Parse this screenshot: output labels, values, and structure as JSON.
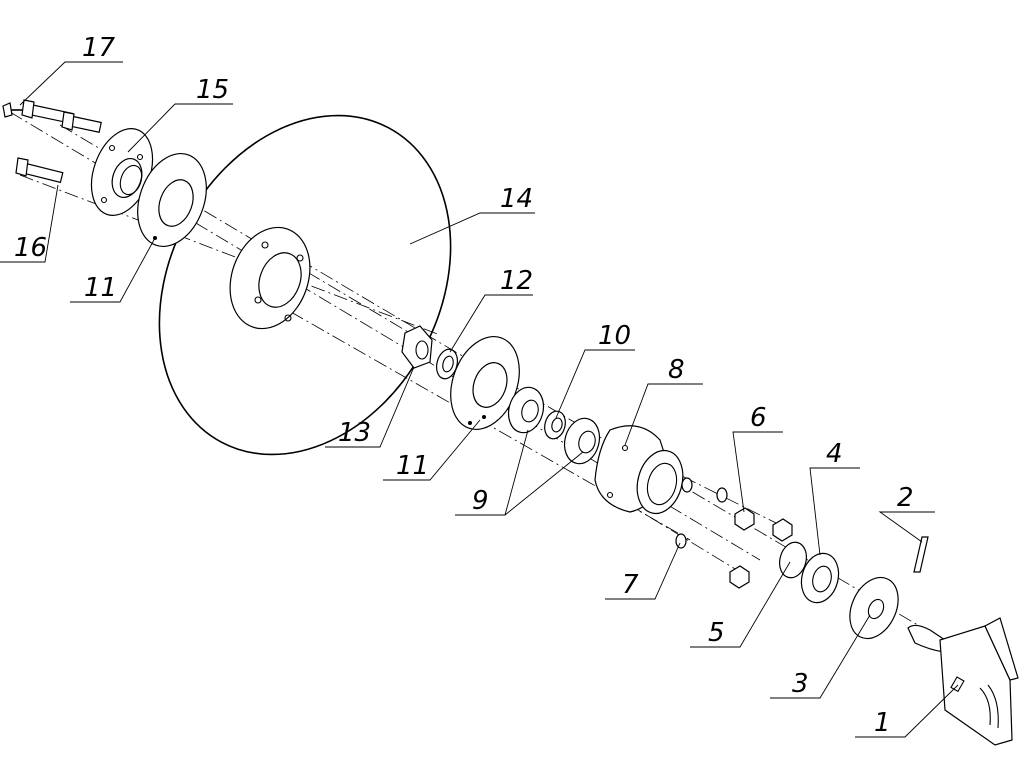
{
  "callouts": [
    {
      "id": "c1",
      "number": "1"
    },
    {
      "id": "c2",
      "number": "2"
    },
    {
      "id": "c3",
      "number": "3"
    },
    {
      "id": "c4",
      "number": "4"
    },
    {
      "id": "c5",
      "number": "5"
    },
    {
      "id": "c6",
      "number": "6"
    },
    {
      "id": "c7",
      "number": "7"
    },
    {
      "id": "c8",
      "number": "8"
    },
    {
      "id": "c9",
      "number": "9"
    },
    {
      "id": "c10",
      "number": "10"
    },
    {
      "id": "c11a",
      "number": "11"
    },
    {
      "id": "c11b",
      "number": "11"
    },
    {
      "id": "c12",
      "number": "12"
    },
    {
      "id": "c13",
      "number": "13"
    },
    {
      "id": "c14",
      "number": "14"
    },
    {
      "id": "c15",
      "number": "15"
    },
    {
      "id": "c16",
      "number": "16"
    },
    {
      "id": "c17",
      "number": "17"
    }
  ]
}
